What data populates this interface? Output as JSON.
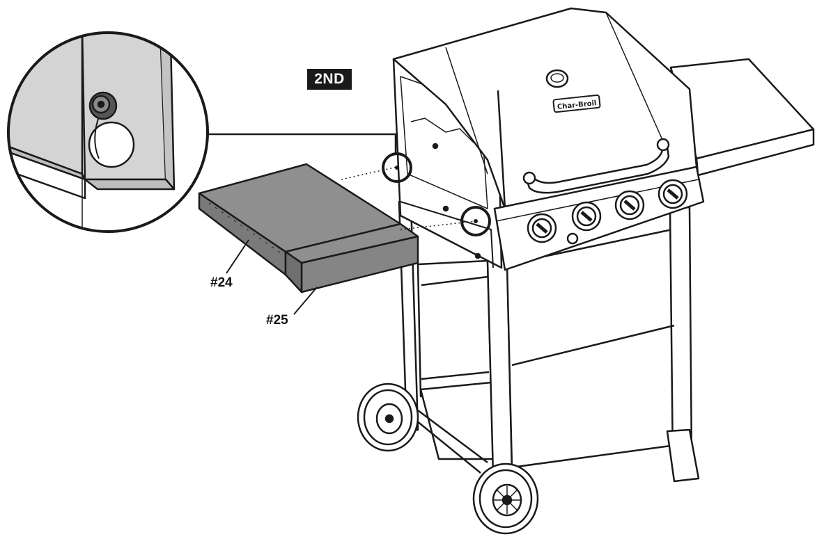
{
  "step": {
    "badge": "2ND"
  },
  "callouts": [
    {
      "label": "#24"
    },
    {
      "label": "#25"
    }
  ],
  "grill": {
    "brand_logo_text": "Char-Broil"
  },
  "colors": {
    "line": "#1a1a1a",
    "shelf_fill": "#8f8f8f",
    "shelf_dark": "#6f6f6f",
    "detail_fill": "#d4d4d4",
    "badge_bg": "#1a1a1a"
  }
}
